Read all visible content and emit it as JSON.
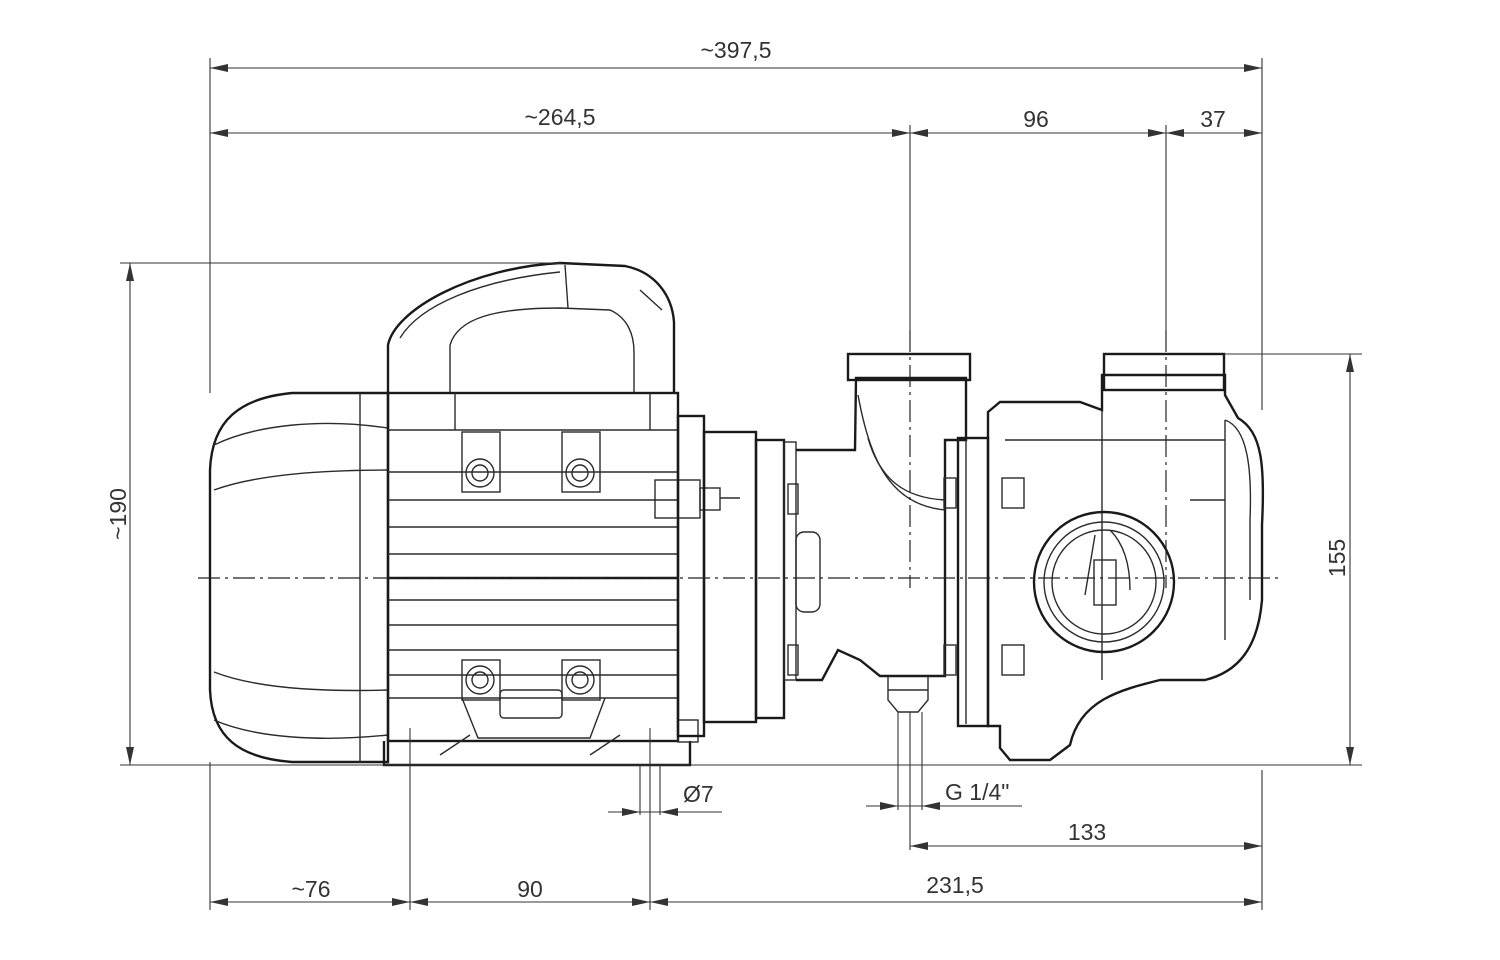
{
  "drawing": {
    "subject": "",
    "dimensions": {
      "overall_length": "~397,5",
      "motor_length": "~264,5",
      "port_spacing": "96",
      "port_to_end": "37",
      "overall_height": "~190",
      "discharge_height": "155",
      "hole_diameter": "Ø7",
      "drain_thread": "G 1/4\"",
      "drain_to_end": "133",
      "foot_offset": "~76",
      "foot_spacing": "90",
      "foot_to_end": "231,5"
    }
  }
}
